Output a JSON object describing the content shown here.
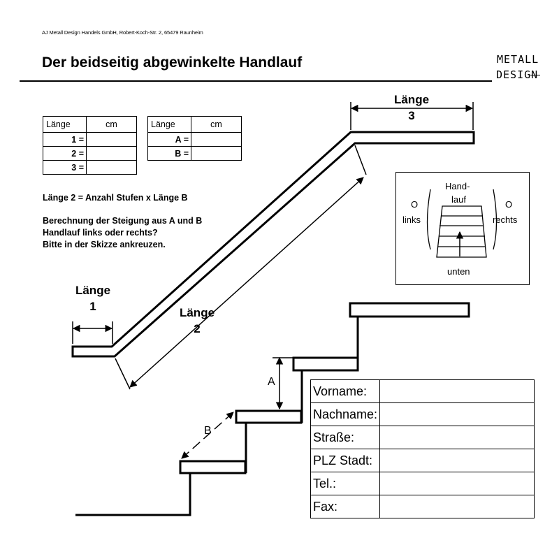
{
  "company_line": "AJ Metall Design Handels GmbH, Robert-Koch-Str. 2, 65479 Raunheim",
  "title": "Der beidseitig abgewinkelte Handlauf",
  "logo": {
    "line1": "METALL",
    "line2": "DESIGN"
  },
  "table_laenge": {
    "headers": [
      "Länge",
      "cm"
    ],
    "rows": [
      {
        "label": "1 ="
      },
      {
        "label": "2 ="
      },
      {
        "label": "3 ="
      }
    ]
  },
  "table_ab": {
    "headers": [
      "Länge",
      "cm"
    ],
    "rows": [
      {
        "label": "A ="
      },
      {
        "label": "B ="
      }
    ]
  },
  "notes": {
    "formula": "Länge 2 = Anzahl Stufen x Länge B",
    "lines": [
      "Berechnung der Steigung aus A und B",
      "Handlauf links oder rechts?",
      "Bitte in der Skizze ankreuzen."
    ]
  },
  "dimensions": {
    "laenge1": {
      "word": "Länge",
      "num": "1"
    },
    "laenge2": {
      "word": "Länge",
      "num": "2"
    },
    "laenge3": {
      "word": "Länge",
      "num": "3"
    },
    "a": "A",
    "b": "B"
  },
  "selection": {
    "left_mark": "O",
    "left_label": "links",
    "right_mark": "O",
    "right_label": "rechts",
    "center_line1": "Hand-",
    "center_line2": "lauf",
    "bottom_label": "unten"
  },
  "contact_fields": [
    {
      "label": "Vorname:",
      "value": ""
    },
    {
      "label": "Nachname:",
      "value": ""
    },
    {
      "label": "Straße:",
      "value": ""
    },
    {
      "label": "PLZ Stadt:",
      "value": ""
    },
    {
      "label": "Tel.:",
      "value": ""
    },
    {
      "label": "Fax:",
      "value": ""
    }
  ]
}
